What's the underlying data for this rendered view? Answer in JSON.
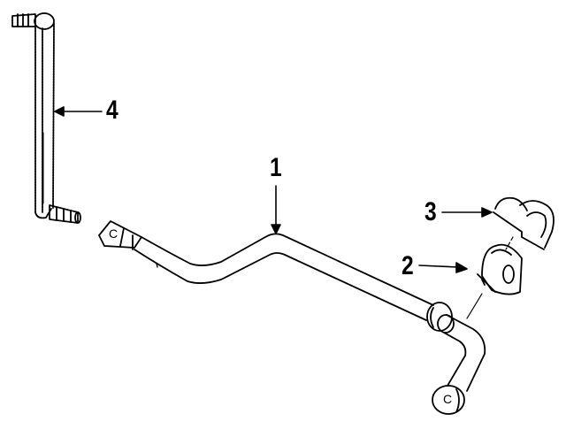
{
  "diagram": {
    "type": "exploded-parts-diagram",
    "subject": "stabilizer bar assembly",
    "line_color": "#000000",
    "background_color": "#ffffff",
    "callouts": [
      {
        "id": "1",
        "label": "1",
        "part": "stabilizer-bar"
      },
      {
        "id": "2",
        "label": "2",
        "part": "bushing"
      },
      {
        "id": "3",
        "label": "3",
        "part": "bushing-bracket"
      },
      {
        "id": "4",
        "label": "4",
        "part": "stabilizer-link"
      }
    ],
    "end_marks": [
      {
        "label": "C",
        "location": "left-bar-end"
      },
      {
        "label": "C",
        "location": "right-bar-end"
      }
    ]
  }
}
